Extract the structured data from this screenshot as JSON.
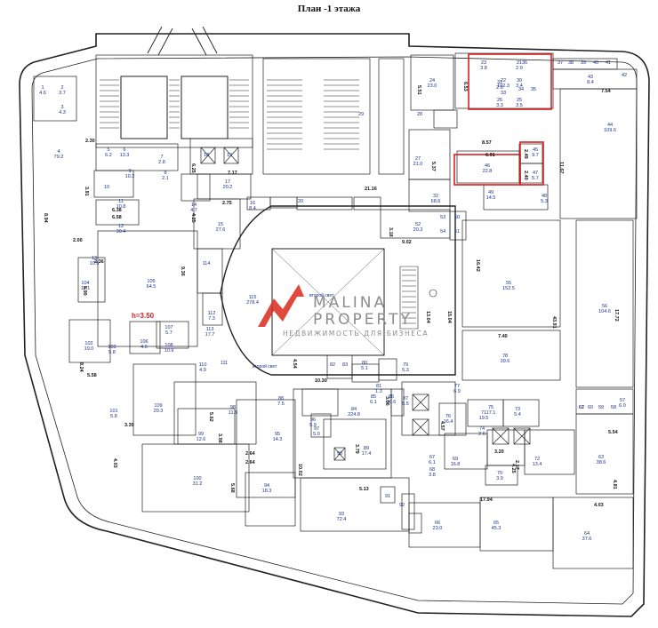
{
  "plan_title": "План -1 этажа",
  "watermark": {
    "line1": "MALINA",
    "line2": "PROPERTY",
    "tagline": "НЕДВИЖИМОСТЬ ДЛЯ БИЗНЕСА",
    "color": "#d9291c"
  },
  "highlight_color": "#d61f1f",
  "height_note": "h=3.50",
  "second_light": "второй свет",
  "rooms": [
    {
      "id": "r1",
      "num": "1",
      "area": "4.6"
    },
    {
      "id": "r2",
      "num": "2",
      "area": "3.7"
    },
    {
      "id": "r3",
      "num": "3",
      "area": "4.3"
    },
    {
      "id": "r4",
      "num": "4",
      "area": "79.2"
    },
    {
      "id": "r5",
      "num": "5",
      "area": "6.2"
    },
    {
      "id": "r6",
      "num": "6",
      "area": "13.3"
    },
    {
      "id": "r7",
      "num": "7",
      "area": "2.8"
    },
    {
      "id": "r8",
      "num": "8",
      "area": "2.1"
    },
    {
      "id": "r9",
      "num": "9",
      "area": "10.2"
    },
    {
      "id": "r10",
      "num": "10",
      "area": ""
    },
    {
      "id": "r11",
      "num": "11",
      "area": "10.8"
    },
    {
      "id": "r12",
      "num": "12",
      "area": "30.4"
    },
    {
      "id": "r13",
      "num": "13",
      "area": "10.5"
    },
    {
      "id": "r14",
      "num": "14",
      "area": "4.7"
    },
    {
      "id": "r15",
      "num": "15",
      "area": "27.6"
    },
    {
      "id": "r16",
      "num": "16",
      "area": "8.4"
    },
    {
      "id": "r17",
      "num": "17",
      "area": "20.2"
    },
    {
      "id": "r18",
      "num": "18",
      "area": ""
    },
    {
      "id": "r19",
      "num": "19",
      "area": ""
    },
    {
      "id": "r20",
      "num": "20",
      "area": ""
    },
    {
      "id": "r21",
      "num": "21",
      "area": "2.9"
    },
    {
      "id": "r22",
      "num": "22",
      "area": "102.3"
    },
    {
      "id": "r23",
      "num": "23",
      "area": "3.8"
    },
    {
      "id": "r24",
      "num": "24",
      "area": "23.0"
    },
    {
      "id": "r25",
      "num": "25",
      "area": "3.5"
    },
    {
      "id": "r26",
      "num": "26",
      "area": "3.3"
    },
    {
      "id": "r27",
      "num": "27",
      "area": "21.0"
    },
    {
      "id": "r28",
      "num": "28",
      "area": ""
    },
    {
      "id": "r29",
      "num": "29",
      "area": ""
    },
    {
      "id": "r30",
      "num": "30",
      "area": "3.4"
    },
    {
      "id": "r31",
      "num": "31",
      "area": "2.6"
    },
    {
      "id": "r32",
      "num": "32",
      "area": "68.6"
    },
    {
      "id": "r33",
      "num": "33",
      "area": ""
    },
    {
      "id": "r34",
      "num": "34",
      "area": ""
    },
    {
      "id": "r35",
      "num": "35",
      "area": ""
    },
    {
      "id": "r36",
      "num": "36",
      "area": ""
    },
    {
      "id": "r37",
      "num": "37",
      "area": ""
    },
    {
      "id": "r38",
      "num": "38",
      "area": ""
    },
    {
      "id": "r39",
      "num": "39",
      "area": ""
    },
    {
      "id": "r40",
      "num": "40",
      "area": ""
    },
    {
      "id": "r41",
      "num": "41",
      "area": ""
    },
    {
      "id": "r42",
      "num": "42",
      "area": ""
    },
    {
      "id": "r43",
      "num": "43",
      "area": "8.4"
    },
    {
      "id": "r44",
      "num": "44",
      "area": "109.6"
    },
    {
      "id": "r45",
      "num": "45",
      "area": "9.7"
    },
    {
      "id": "r46",
      "num": "46",
      "area": "22.8"
    },
    {
      "id": "r47",
      "num": "47",
      "area": "5.7"
    },
    {
      "id": "r48",
      "num": "48",
      "area": "5.3"
    },
    {
      "id": "r49",
      "num": "49",
      "area": "14.5"
    },
    {
      "id": "r50",
      "num": "50",
      "area": ""
    },
    {
      "id": "r51",
      "num": "51",
      "area": ""
    },
    {
      "id": "r52",
      "num": "52",
      "area": "20.3"
    },
    {
      "id": "r53",
      "num": "53",
      "area": ""
    },
    {
      "id": "r54",
      "num": "54",
      "area": ""
    },
    {
      "id": "r55",
      "num": "55",
      "area": "152.5"
    },
    {
      "id": "r56",
      "num": "56",
      "area": "104.6"
    },
    {
      "id": "r57",
      "num": "57",
      "area": "6.0"
    },
    {
      "id": "r58",
      "num": "58",
      "area": ""
    },
    {
      "id": "r59",
      "num": "59",
      "area": ""
    },
    {
      "id": "r60",
      "num": "60",
      "area": ""
    },
    {
      "id": "r61",
      "num": "61",
      "area": ""
    },
    {
      "id": "r62",
      "num": "62",
      "area": ""
    },
    {
      "id": "r63",
      "num": "63",
      "area": "38.6"
    },
    {
      "id": "r64",
      "num": "64",
      "area": "37.6"
    },
    {
      "id": "r65",
      "num": "65",
      "area": "45.3"
    },
    {
      "id": "r66",
      "num": "66",
      "area": "23.0"
    },
    {
      "id": "r67",
      "num": "67",
      "area": "6.1"
    },
    {
      "id": "r68",
      "num": "68",
      "area": "3.8"
    },
    {
      "id": "r69",
      "num": "69",
      "area": "16.8"
    },
    {
      "id": "r70",
      "num": "70",
      "area": "3.9"
    },
    {
      "id": "r71",
      "num": "71",
      "area": "19.5"
    },
    {
      "id": "r72",
      "num": "72",
      "area": "13.4"
    },
    {
      "id": "r73",
      "num": "73",
      "area": "5.4"
    },
    {
      "id": "r74",
      "num": "74",
      "area": "2.6"
    },
    {
      "id": "r75",
      "num": "75",
      "area": "17.1"
    },
    {
      "id": "r76",
      "num": "76",
      "area": "16.4"
    },
    {
      "id": "r77",
      "num": "77",
      "area": "6.9"
    },
    {
      "id": "r78",
      "num": "78",
      "area": "39.6"
    },
    {
      "id": "r79",
      "num": "79",
      "area": "5.3"
    },
    {
      "id": "r80",
      "num": "80",
      "area": "5.1"
    },
    {
      "id": "r81",
      "num": "81",
      "area": "1.3"
    },
    {
      "id": "r82",
      "num": "82",
      "area": ""
    },
    {
      "id": "r83",
      "num": "83",
      "area": ""
    },
    {
      "id": "r84",
      "num": "84",
      "area": "224.8"
    },
    {
      "id": "r85",
      "num": "85",
      "area": "6.1"
    },
    {
      "id": "r86",
      "num": "86",
      "area": "10.6"
    },
    {
      "id": "r87",
      "num": "87",
      "area": "5.5"
    },
    {
      "id": "r88",
      "num": "88",
      "area": "7.5"
    },
    {
      "id": "r89",
      "num": "89",
      "area": "17.4"
    },
    {
      "id": "r90",
      "num": "90",
      "area": ""
    },
    {
      "id": "r91",
      "num": "91",
      "area": ""
    },
    {
      "id": "r92",
      "num": "92",
      "area": ""
    },
    {
      "id": "r93",
      "num": "93",
      "area": "72.4"
    },
    {
      "id": "r94",
      "num": "94",
      "area": "18.3"
    },
    {
      "id": "r95",
      "num": "95",
      "area": "14.3"
    },
    {
      "id": "r96",
      "num": "96",
      "area": "5.9"
    },
    {
      "id": "r97",
      "num": "97",
      "area": "5.0"
    },
    {
      "id": "r98",
      "num": "98",
      "area": "11.9"
    },
    {
      "id": "r99",
      "num": "99",
      "area": "12.6"
    },
    {
      "id": "r100",
      "num": "100",
      "area": "31.2"
    },
    {
      "id": "r101",
      "num": "101",
      "area": "5.8"
    },
    {
      "id": "r102",
      "num": "102",
      "area": "19.0"
    },
    {
      "id": "r103",
      "num": "103",
      "area": "5.8"
    },
    {
      "id": "r104",
      "num": "104",
      "area": "13.1"
    },
    {
      "id": "r105",
      "num": "105",
      "area": "64.5"
    },
    {
      "id": "r106",
      "num": "106",
      "area": "4.6"
    },
    {
      "id": "r107",
      "num": "107",
      "area": "5.7"
    },
    {
      "id": "r108",
      "num": "108",
      "area": "10.9"
    },
    {
      "id": "r109",
      "num": "109",
      "area": "20.3"
    },
    {
      "id": "r110",
      "num": "110",
      "area": "4.9"
    },
    {
      "id": "r111",
      "num": "111",
      "area": ""
    },
    {
      "id": "r112",
      "num": "112",
      "area": "7.3"
    },
    {
      "id": "r113",
      "num": "113",
      "area": "17.7"
    },
    {
      "id": "r114",
      "num": "114",
      "area": ""
    },
    {
      "id": "r115",
      "num": "115",
      "area": "278.4"
    }
  ],
  "dimensions": [
    "2.30",
    "3.91",
    "6.38",
    "6.58",
    "8.94",
    "2.00",
    "2.36",
    "5.90",
    "5.58",
    "8.24",
    "3.39",
    "4.03",
    "3.08",
    "5.68",
    "2.64",
    "2.64",
    "10.02",
    "5.13",
    "3.79",
    "9.36",
    "13.04",
    "2.75",
    "4.25",
    "6.25",
    "7.17",
    "21.16",
    "5.51",
    "5.37",
    "6.53",
    "8.57",
    "6.91",
    "7.54",
    "2.49",
    "2.40",
    "11.67",
    "9.02",
    "3.18",
    "16.42",
    "15.04",
    "43.91",
    "17.72",
    "7.40",
    "4.54",
    "10.30",
    "3.56",
    "4.57",
    "3.20",
    "2.17",
    "17.94",
    "4.25",
    "5.54",
    "4.81",
    "4.03",
    "5.62"
  ]
}
